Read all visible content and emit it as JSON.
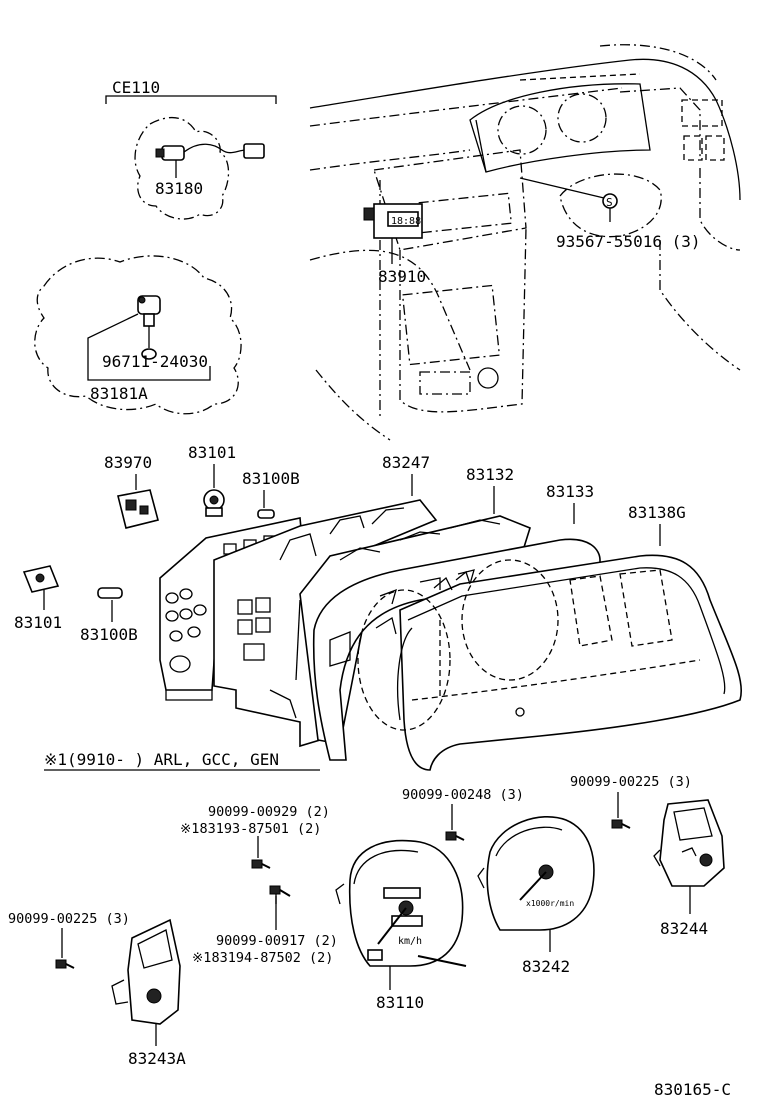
{
  "diagram_id": "830165-C",
  "group_label": "CE110",
  "footnote": "※1(9910-      ) ARL, GCC, GEN",
  "labels": {
    "p83180": "83180",
    "p96711": "96711-24030",
    "p83181A": "83181A",
    "p83910": "83910",
    "p93567": "93567-55016 (3)",
    "p83970": "83970",
    "p83101_top": "83101",
    "p83100B_top": "83100B",
    "p83247": "83247",
    "p83132": "83132",
    "p83133": "83133",
    "p83138G": "83138G",
    "p83101_left": "83101",
    "p83100B_left": "83100B",
    "p00929": "90099-00929 (2)",
    "p87501": "※183193-87501 (2)",
    "p00248": "90099-00248 (3)",
    "p00225_right": "90099-00225 (3)",
    "p00225_left": "90099-00225 (3)",
    "p00917": "90099-00917 (2)",
    "p87502": "※183194-87502 (2)",
    "p83110": "83110",
    "p83242": "83242",
    "p83244": "83244",
    "p83243A": "83243A"
  },
  "marks": {
    "speedo_unit": "km/h",
    "tacho_unit": "x1000r/min",
    "clock_display": "18:88",
    "bolt_symbol": "S"
  }
}
